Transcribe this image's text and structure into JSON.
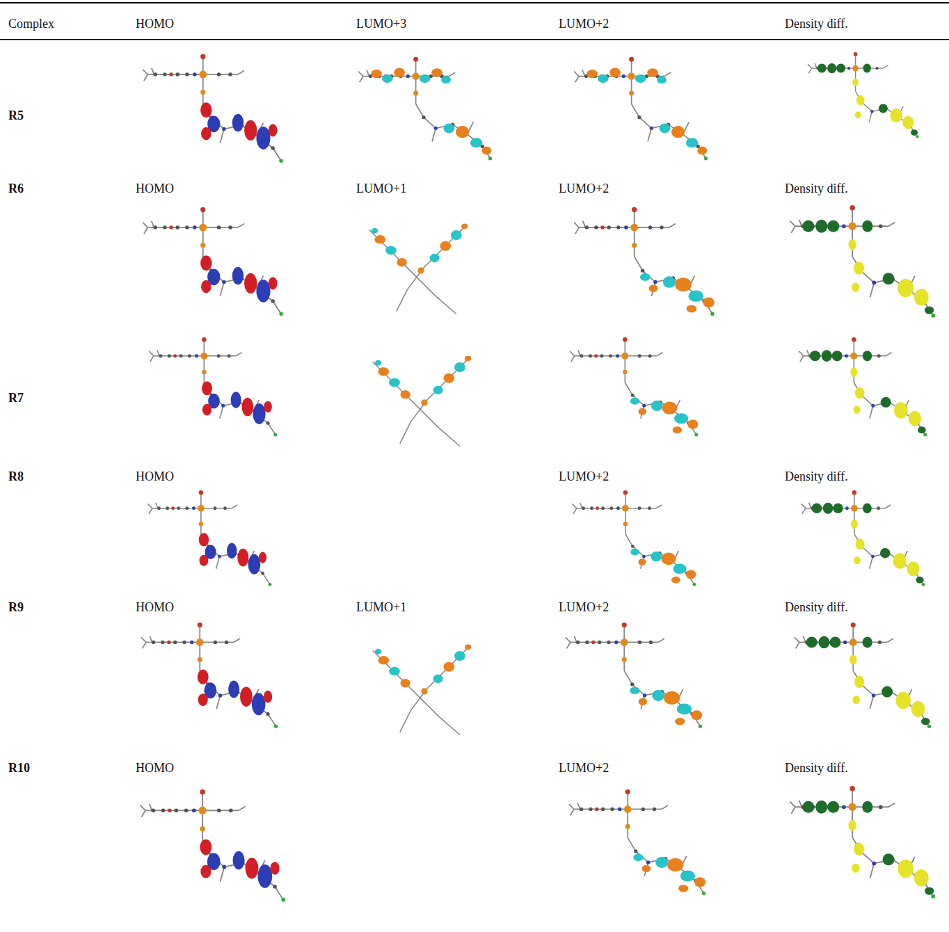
{
  "diagram": {
    "labels": [
      "Complex",
      "HOMO",
      "LUMO+3",
      "LUMO+2",
      "Density diff.",
      "R5",
      "R6",
      "HOMO",
      "LUMO+1",
      "LUMO+2",
      "Density diff.",
      "R7",
      "R8",
      "HOMO",
      "LUMO+2",
      "Density diff.",
      "R9",
      "HOMO",
      "LUMO+1",
      "LUMO+2",
      "Density diff.",
      "R10",
      "HOMO",
      "LUMO+2",
      "Density diff."
    ]
  }
}
